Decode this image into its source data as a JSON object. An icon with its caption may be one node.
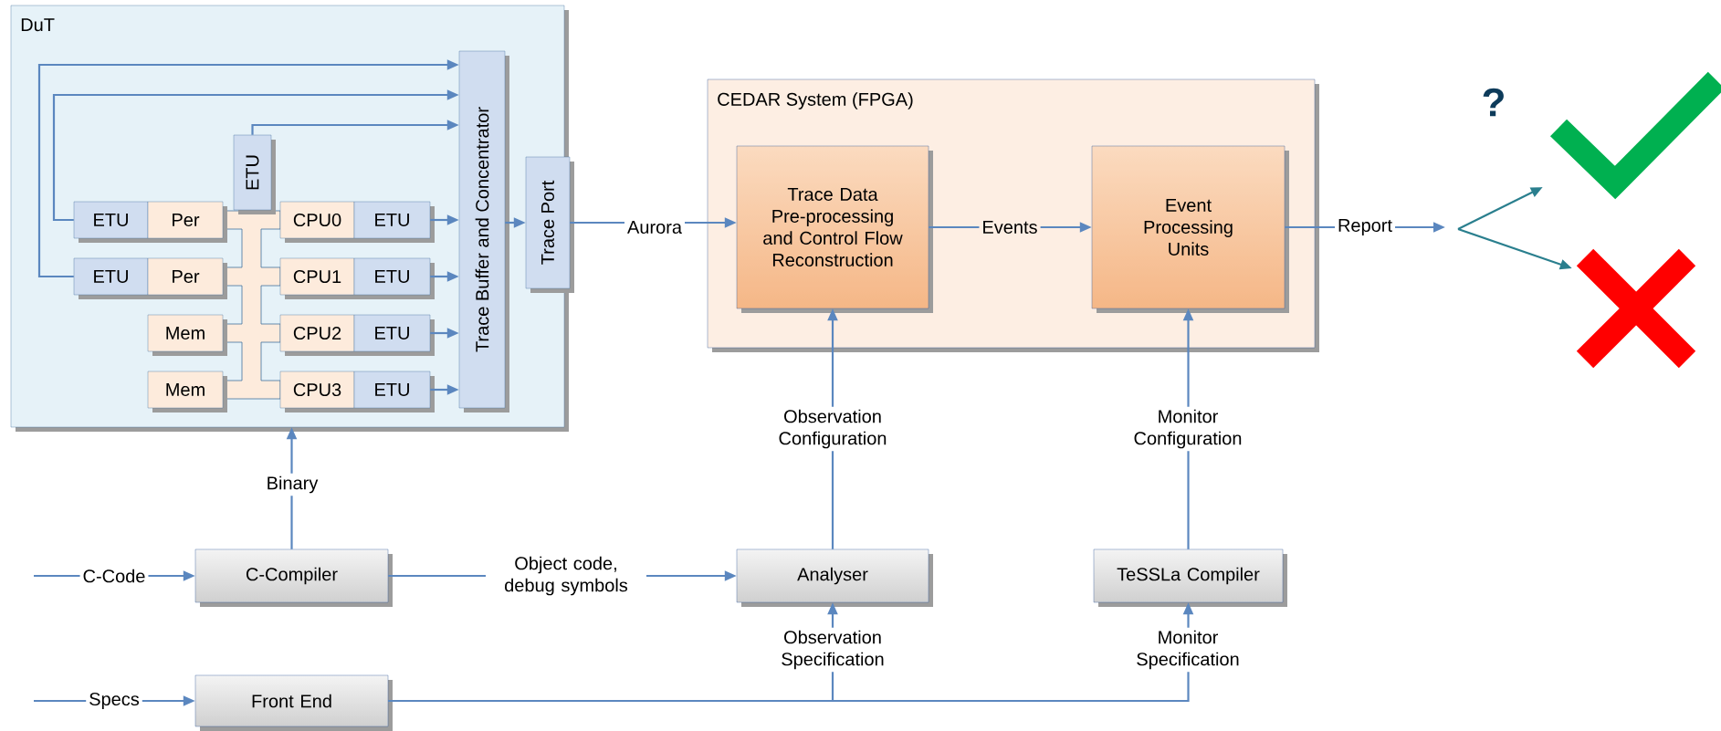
{
  "diagram": {
    "nodes": [
      {
        "text": [
          "DuT"
        ]
      },
      {
        "text": [
          "Trace Buffer and Concentrator"
        ],
        "in": 0
      },
      {
        "text": [
          "Trace Port"
        ]
      },
      {
        "text": [
          "ETU"
        ],
        "in": 0
      },
      {
        "text": [
          "ETU"
        ],
        "in": 0
      },
      {
        "text": [
          "Per"
        ],
        "in": 0
      },
      {
        "text": [
          "CPU0"
        ],
        "in": 0
      },
      {
        "text": [
          "ETU"
        ],
        "in": 0
      },
      {
        "text": [
          "ETU"
        ],
        "in": 0
      },
      {
        "text": [
          "Per"
        ],
        "in": 0
      },
      {
        "text": [
          "CPU1"
        ],
        "in": 0
      },
      {
        "text": [
          "ETU"
        ],
        "in": 0
      },
      {
        "text": [
          "Mem"
        ],
        "in": 0
      },
      {
        "text": [
          "CPU2"
        ],
        "in": 0
      },
      {
        "text": [
          "ETU"
        ],
        "in": 0
      },
      {
        "text": [
          "Mem"
        ],
        "in": 0
      },
      {
        "text": [
          "CPU3"
        ],
        "in": 0
      },
      {
        "text": [
          "ETU"
        ],
        "in": 0
      },
      {
        "text": [
          "CEDAR System (FPGA)"
        ]
      },
      {
        "text": [
          "Trace Data Pre-processing and Control Flow Reconstruction"
        ],
        "in": 18
      },
      {
        "text": [
          "Event Processing Units"
        ],
        "in": 18
      },
      {
        "text": [
          "C-Compiler"
        ]
      },
      {
        "text": [
          "Analyser"
        ]
      },
      {
        "text": [
          "TeSSLa Compiler"
        ]
      },
      {
        "text": [
          "Front End"
        ]
      },
      {
        "text": [],
        "shape": "checkmark"
      },
      {
        "text": [],
        "shape": "cross"
      }
    ],
    "edges": [
      {
        "from": 4,
        "to": 1,
        "arrow": "to"
      },
      {
        "from": 8,
        "to": 1,
        "arrow": "to"
      },
      {
        "from": 3,
        "to": 1,
        "arrow": "to"
      },
      {
        "from": 7,
        "to": 1,
        "arrow": "to"
      },
      {
        "from": 11,
        "to": 1,
        "arrow": "to"
      },
      {
        "from": 14,
        "to": 1,
        "arrow": "to"
      },
      {
        "from": 17,
        "to": 1,
        "arrow": "to"
      },
      {
        "from": 1,
        "to": 2,
        "arrow": "to"
      },
      {
        "from": 2,
        "to": 19,
        "arrow": "to",
        "label": "Aurora"
      },
      {
        "from": 19,
        "to": 20,
        "arrow": "to",
        "label": "Events"
      },
      {
        "from": 20,
        "to": null,
        "arrow": "to",
        "label": "Report"
      },
      {
        "from": null,
        "to": 25,
        "arrow": "to",
        "color": "#2a7f8e"
      },
      {
        "from": null,
        "to": 26,
        "arrow": "to",
        "color": "#2a7f8e"
      },
      {
        "from": null,
        "to": 21,
        "arrow": "to",
        "label": "C-Code"
      },
      {
        "from": null,
        "to": 24,
        "arrow": "to",
        "label": "Specs"
      },
      {
        "from": 21,
        "to": 0,
        "arrow": "to",
        "label": "Binary"
      },
      {
        "from": 21,
        "to": 22,
        "arrow": "to",
        "label": "Object code, debug symbols"
      },
      {
        "from": 22,
        "to": 19,
        "arrow": "to",
        "label": "Observation Configuration"
      },
      {
        "from": 23,
        "to": 20,
        "arrow": "to",
        "label": "Monitor Configuration"
      },
      {
        "from": 24,
        "to": 22,
        "arrow": "to",
        "label": "Observation Specification"
      },
      {
        "from": 24,
        "to": 23,
        "arrow": "to",
        "label": "Monitor Specification"
      }
    ],
    "labels": [
      "?"
    ]
  }
}
